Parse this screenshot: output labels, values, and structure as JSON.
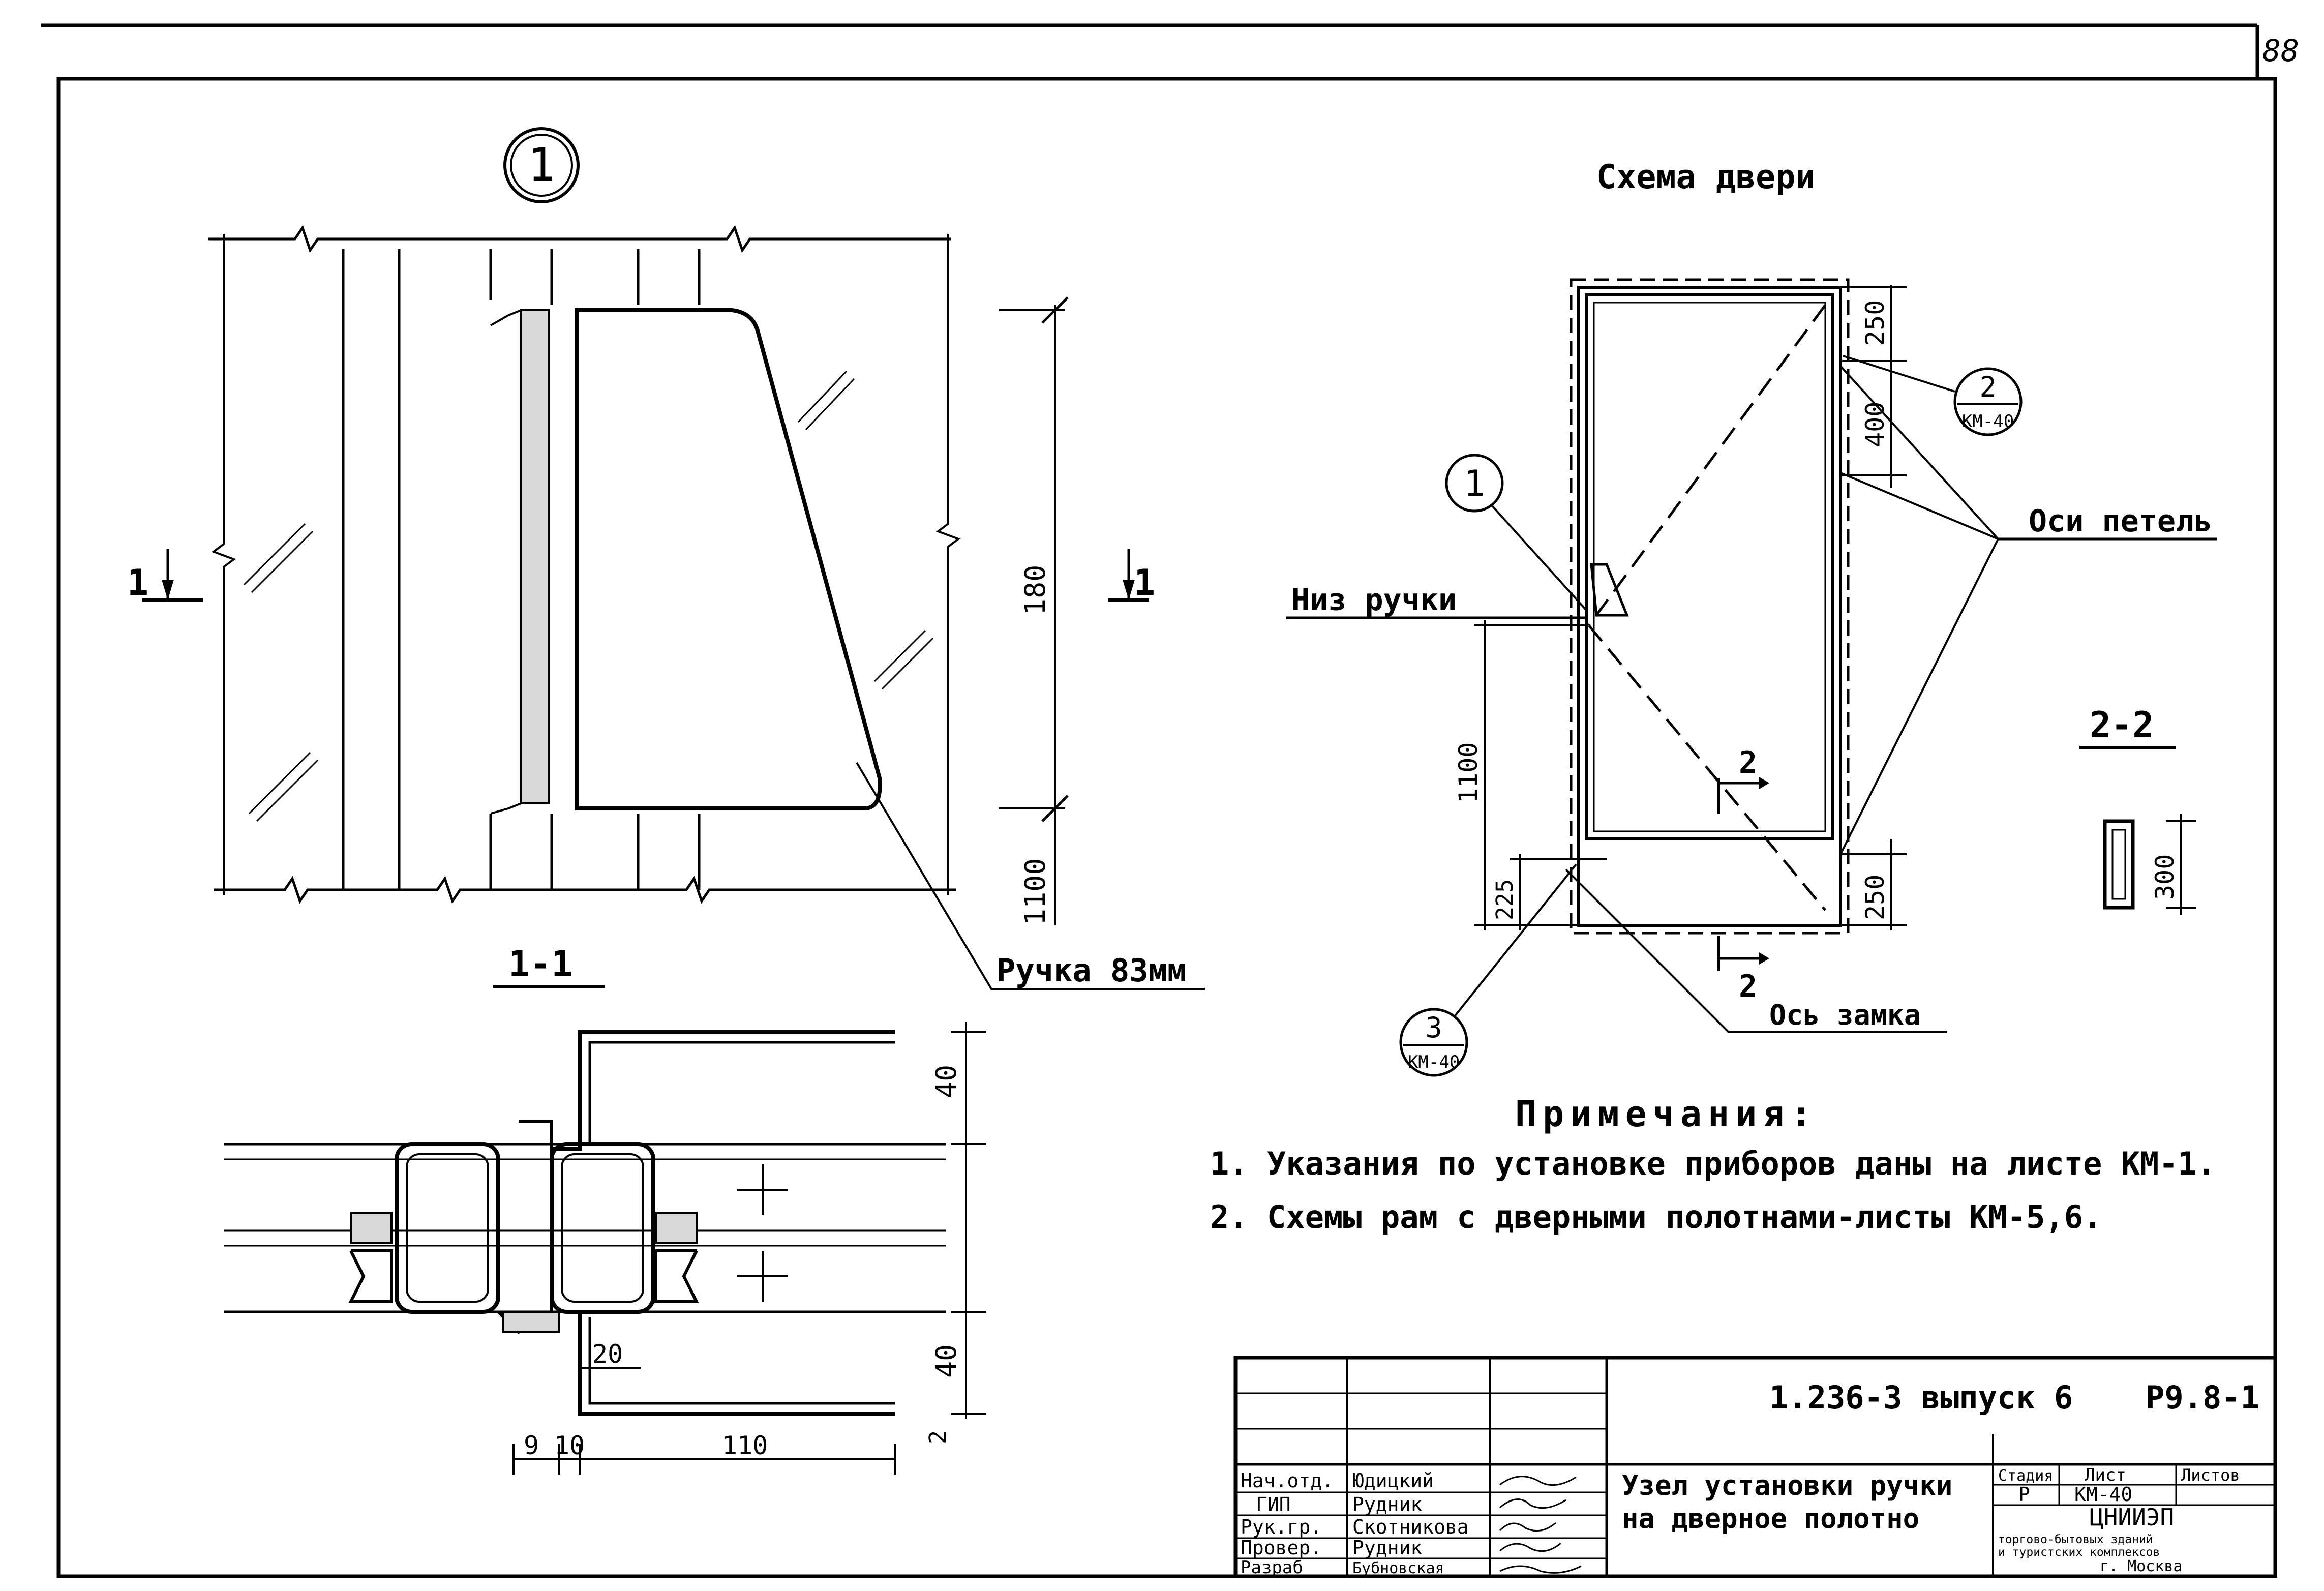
{
  "sheet_number": "88",
  "detail_marker": "1",
  "section_1_1": {
    "title": "1-1",
    "cut_mark": "1",
    "dims": [
      "180",
      "1100"
    ],
    "handle_callout": "Ручка 83мм"
  },
  "door_scheme": {
    "title": "Схема двери",
    "callout_1": "1",
    "callout_2": {
      "num": "2",
      "sheet": "КМ-40"
    },
    "callout_3": {
      "num": "3",
      "sheet": "КМ-40"
    },
    "hinge_axes_label": "Оси петель",
    "handle_bottom_label": "Низ ручки",
    "lock_axis_label": "Ось замка",
    "section_mark": "2",
    "dims": [
      "250",
      "400",
      "1100",
      "225",
      "250"
    ]
  },
  "section_2_2": {
    "title": "2-2",
    "dim": "300"
  },
  "profile_section": {
    "dims": [
      "40",
      "40",
      "20",
      "9",
      "10",
      "110",
      "2"
    ]
  },
  "notes": {
    "heading": "Примечания:",
    "items": [
      "1. Указания по установке приборов даны на листе КМ-1.",
      "2. Схемы рам с дверными полотнами-листы КМ-5,6."
    ]
  },
  "title_block": {
    "code": "1.236-3 выпуск 6",
    "drawing_no": "Р9.8-1",
    "title_line1": "Узел установки ручки",
    "title_line2": "на дверное полотно",
    "stage_header": "Стадия",
    "sheet_header": "Лист",
    "sheets_header": "Листов",
    "stage": "Р",
    "sheet": "КМ-40",
    "org": "ЦНИИЭП",
    "org_line2": "торгово-бытовых зданий",
    "org_line3": "и туристских комплексов",
    "org_line4": "г. Москва",
    "staff": [
      {
        "role": "Нач.отд.",
        "name": "Юдицкий"
      },
      {
        "role": "ГИП",
        "name": "Рудник"
      },
      {
        "role": "Рук.гр.",
        "name": "Скотникова"
      },
      {
        "role": "Провер.",
        "name": "Рудник"
      },
      {
        "role": "Разраб",
        "name": "Бубновская"
      }
    ]
  }
}
